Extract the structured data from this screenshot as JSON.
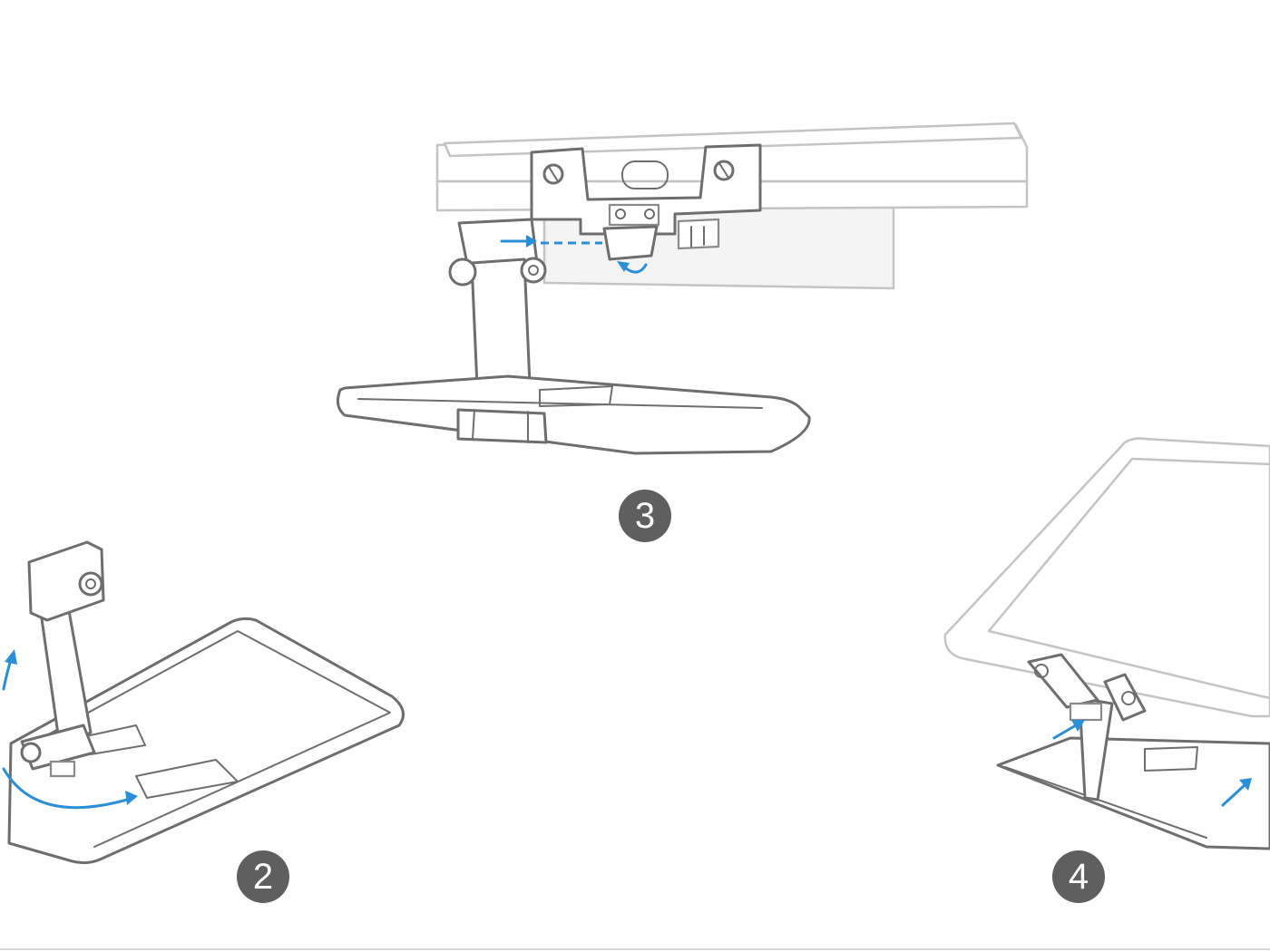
{
  "steps": [
    {
      "label": "2"
    },
    {
      "label": "3"
    },
    {
      "label": "4"
    }
  ],
  "icons": {
    "arrow": "blue-arrow-icon",
    "rotate": "rotate-arrow-icon"
  },
  "colors": {
    "line_art": "#6e6e6e",
    "device_outline": "#c4c4c4",
    "arrow": "#2a8fd6",
    "badge": "#5f5f5f",
    "badge_text": "#ffffff",
    "background": "#ffffff"
  }
}
